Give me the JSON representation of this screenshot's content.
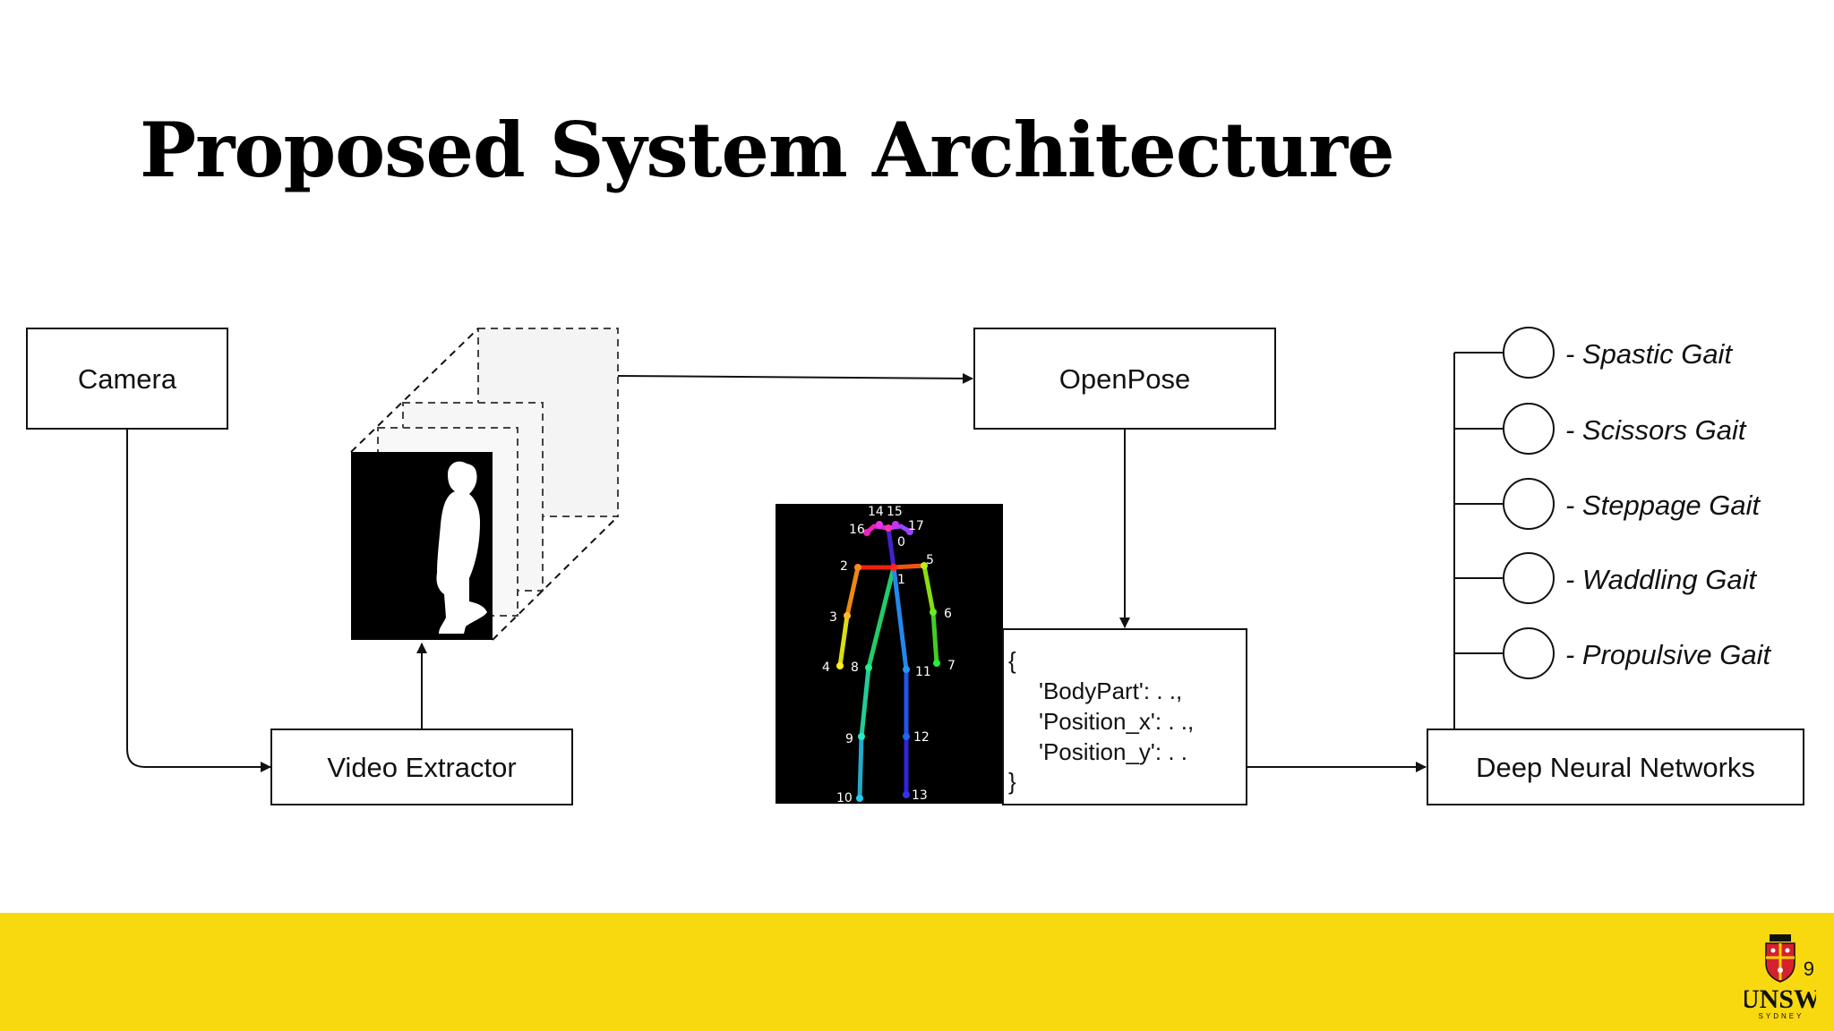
{
  "slide": {
    "title": "Proposed System Architecture",
    "page_number": "9"
  },
  "diagram": {
    "camera_label": "Camera",
    "video_extractor_label": "Video Extractor",
    "openpose_label": "OpenPose",
    "dnn_label": "Deep Neural Networks",
    "json_lines": [
      "{",
      "'BodyPart': . .,",
      "'Position_x': . .,",
      "'Position_y': . .",
      "}"
    ],
    "keypoint_labels": [
      "0",
      "1",
      "2",
      "3",
      "4",
      "5",
      "6",
      "7",
      "8",
      "9",
      "10",
      "11",
      "12",
      "13",
      "14",
      "15",
      "16",
      "17"
    ],
    "outputs": [
      "- Spastic Gait",
      "- Scissors Gait",
      "- Steppage Gait",
      "- Waddling Gait",
      "- Propulsive Gait"
    ]
  },
  "footer": {
    "logo_text": "UNSW",
    "logo_subtext": "SYDNEY",
    "background_color": "#f8d90f"
  }
}
